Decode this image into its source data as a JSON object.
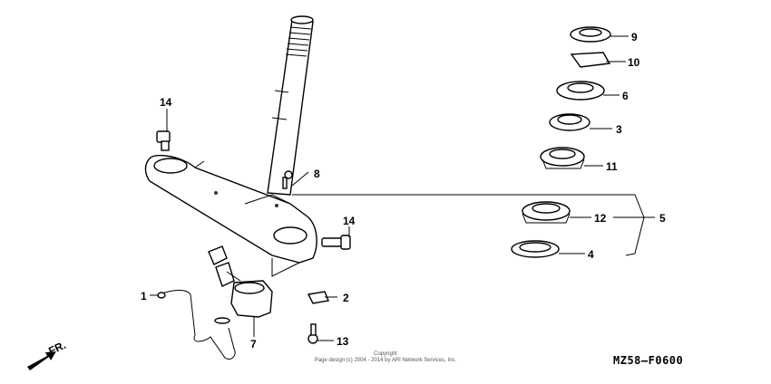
{
  "callouts": {
    "c1": "1",
    "c2": "2",
    "c3": "3",
    "c4": "4",
    "c5": "5",
    "c6": "6",
    "c7": "7",
    "c8": "8",
    "c9": "9",
    "c10": "10",
    "c11": "11",
    "c12": "12",
    "c13": "13",
    "c14a": "14",
    "c14b": "14"
  },
  "front_label": "FR.",
  "copyright": {
    "line1": "Copyright",
    "line2": "Page design (c) 2004 - 2014 by ARI Network Services, Inc."
  },
  "diagram_code": "MZ58—F0600"
}
